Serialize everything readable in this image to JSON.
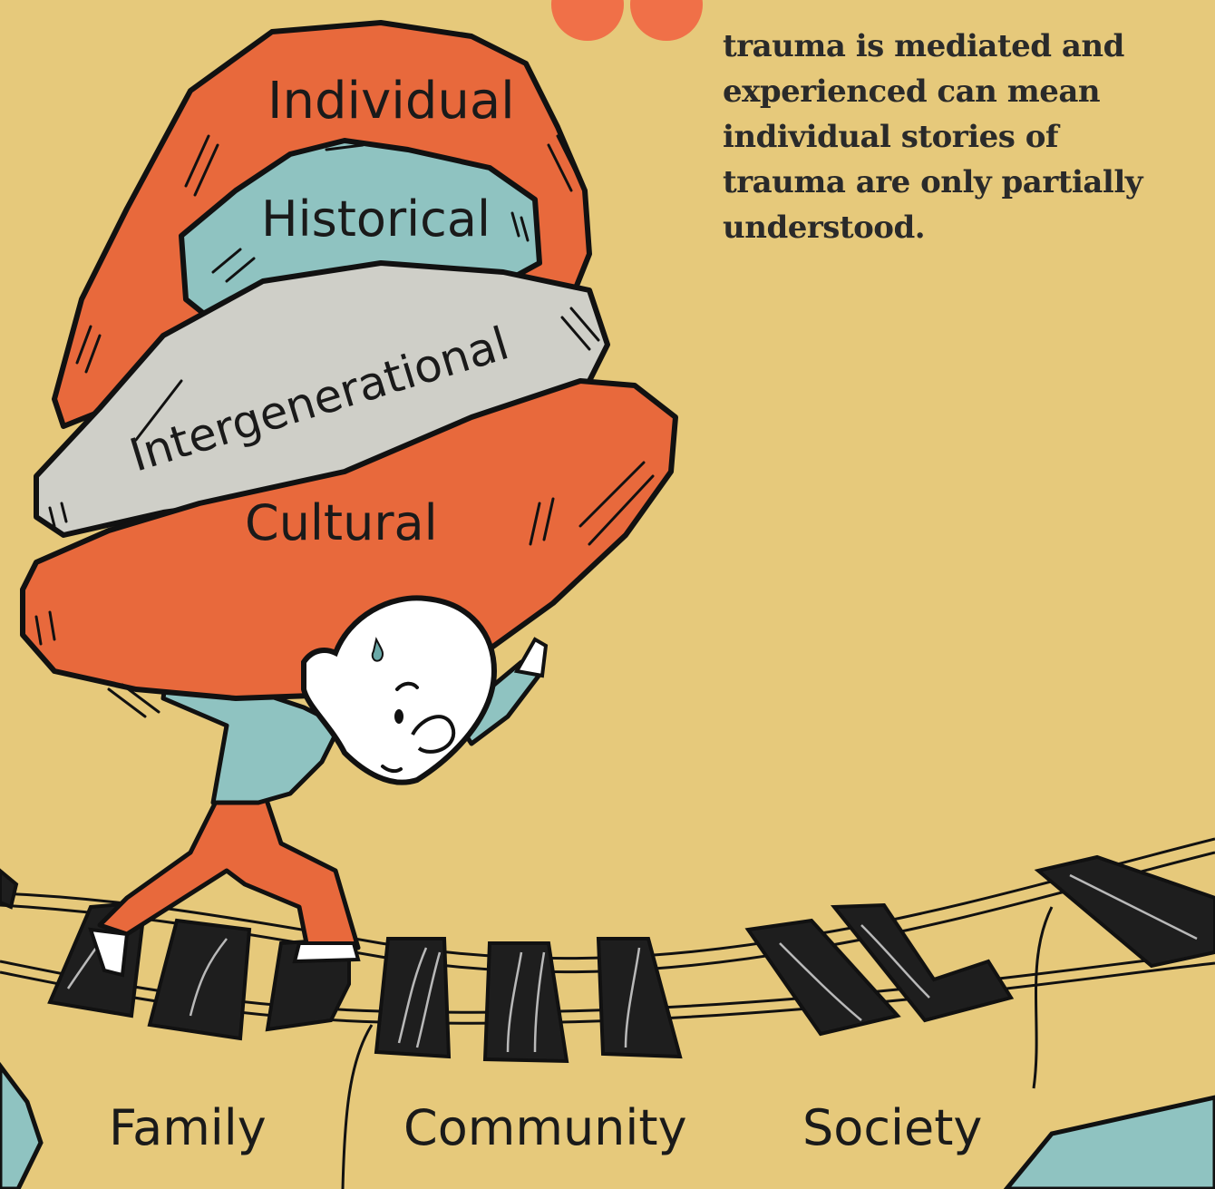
{
  "quote": {
    "lines": [
      "trauma is mediated and",
      "experienced can mean",
      "individual stories of",
      "trauma are only partially",
      "understood."
    ]
  },
  "boulders": {
    "individual": "Individual",
    "historical": "Historical",
    "intergenerational": "Intergenerational",
    "cultural": "Cultural"
  },
  "bridge_labels": {
    "family": "Family",
    "community": "Community",
    "society": "Society"
  },
  "colors": {
    "background": "#e6c97b",
    "orange": "#e8693c",
    "teal": "#8fc3c1",
    "grey": "#cfcfc8",
    "quote_mark": "#f07048",
    "outline": "#111111",
    "plank": "#1e1e1e"
  }
}
